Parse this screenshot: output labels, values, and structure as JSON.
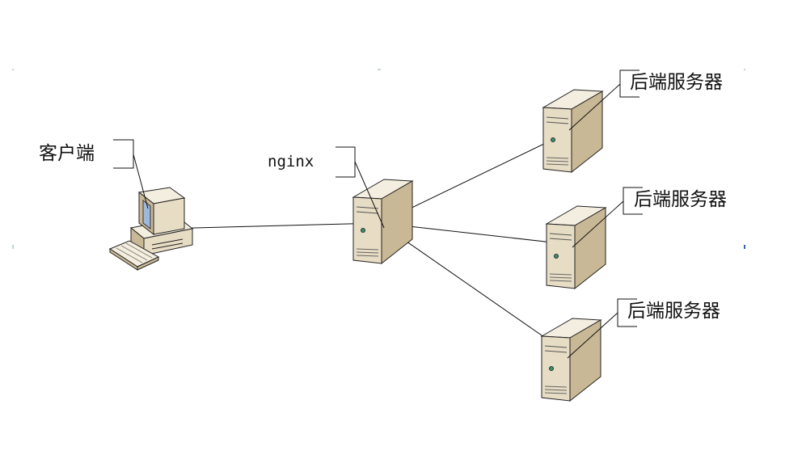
{
  "diagram": {
    "client": {
      "label": "客户端"
    },
    "proxy": {
      "label": "nginx"
    },
    "backends": [
      {
        "label": "后端服务器"
      },
      {
        "label": "后端服务器"
      },
      {
        "label": "后端服务器"
      }
    ],
    "colors": {
      "server_front": "#e7dcc4",
      "server_side": "#c9b895",
      "server_top": "#f4eee0",
      "outline": "#222222",
      "line": "#111111",
      "led": "#3f8f5f"
    }
  }
}
